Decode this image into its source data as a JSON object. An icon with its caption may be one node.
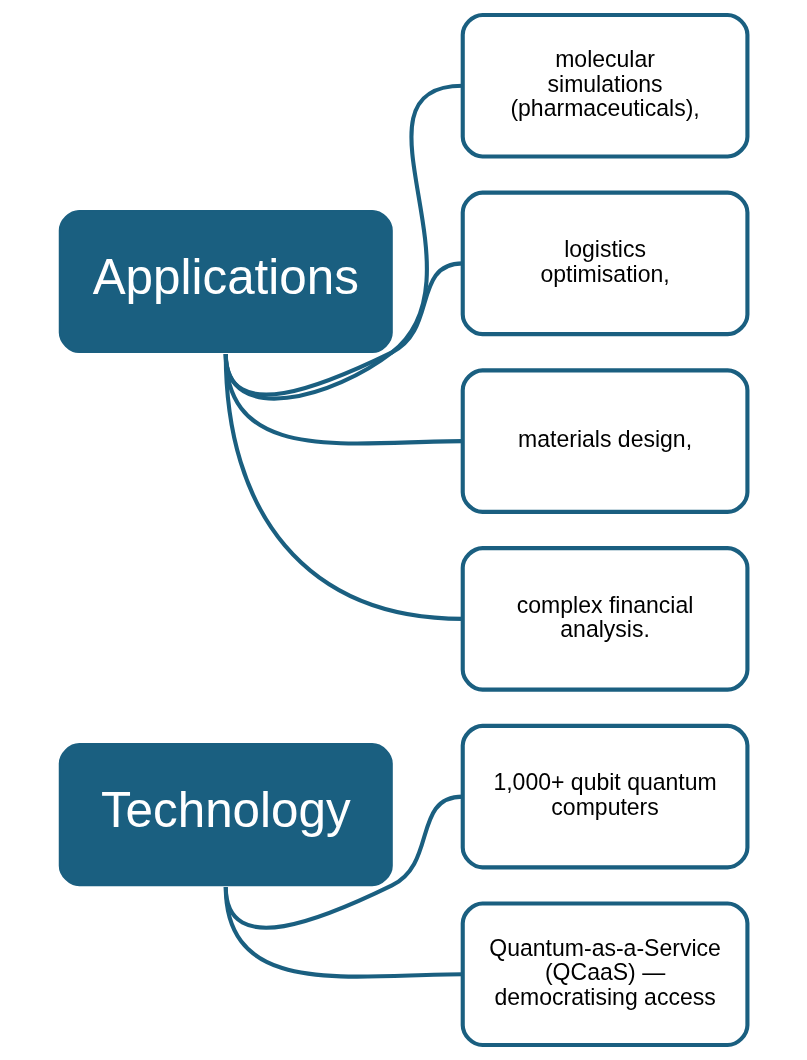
{
  "diagram": {
    "nodes": [
      {
        "text": [
          "Technology"
        ]
      },
      {
        "text": [
          "1,000+ qubit quantum computers"
        ]
      },
      {
        "text": [
          "Quantum-as-a-Service (QCaaS) — democratising access"
        ]
      },
      {
        "text": [
          "Applications"
        ]
      },
      {
        "text": [
          "molecular simulations (pharmaceuticals),"
        ]
      },
      {
        "text": [
          "logistics optimisation,"
        ]
      },
      {
        "text": [
          "materials design,"
        ]
      },
      {
        "text": [
          "complex financial analysis."
        ]
      }
    ],
    "edges": [
      {
        "from": 0,
        "to": 1,
        "arrow": "none"
      },
      {
        "from": 0,
        "to": 2,
        "arrow": "none"
      },
      {
        "from": 3,
        "to": 4,
        "arrow": "none"
      },
      {
        "from": 3,
        "to": 5,
        "arrow": "none"
      },
      {
        "from": 3,
        "to": 6,
        "arrow": "none"
      },
      {
        "from": 3,
        "to": 7,
        "arrow": "none"
      }
    ]
  }
}
